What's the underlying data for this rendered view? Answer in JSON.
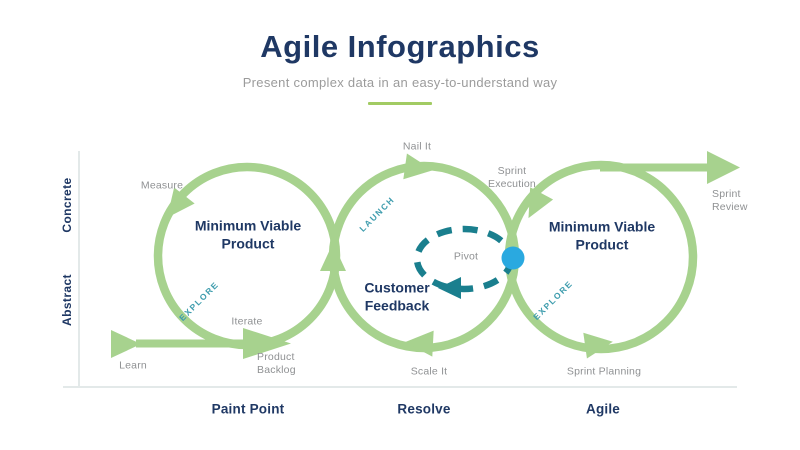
{
  "header": {
    "title": "Agile Infographics",
    "subtitle": "Present complex data in an easy-to-understand way"
  },
  "axis": {
    "top_label": "Concrete",
    "bottom_label": "Abstract"
  },
  "phases": {
    "left": "Paint Point",
    "middle": "Resolve",
    "right": "Agile"
  },
  "left_loop": {
    "title": "Minimum Viable Product",
    "rotated_label": "EXPLORE",
    "measure": "Measure",
    "iterate": "Iterate",
    "learn": "Learn",
    "product_backlog": "Product Backlog"
  },
  "middle_loop": {
    "title": "Customer Feedback",
    "rotated_label": "LAUNCH",
    "nail_it": "Nail It",
    "scale_it": "Scale It",
    "pivot": "Pivot"
  },
  "right_loop": {
    "title": "Minimum Viable Product",
    "rotated_label": "EXPLORE",
    "sprint_execution": "Sprint Execution",
    "sprint_review": "Sprint Review",
    "sprint_planning": "Sprint Planning"
  },
  "colors": {
    "green": "#A7D28E",
    "navy": "#1F3864",
    "gray_label": "#8F9193",
    "teal_text": "#3D9CAD",
    "teal_dark": "#1A7F8E",
    "cyan_dot": "#2AA9E0",
    "axis_line": "#E3E9E9",
    "accent_underline": "#A2CB63"
  }
}
